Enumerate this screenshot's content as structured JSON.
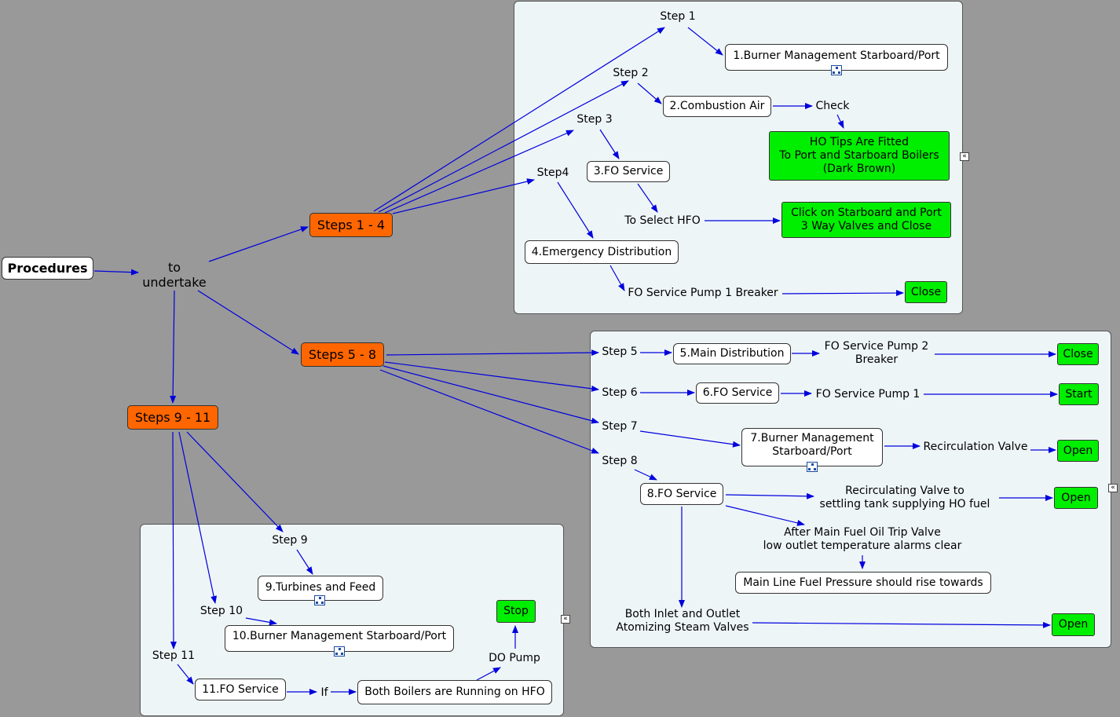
{
  "nodes": {
    "procedures": "Procedures",
    "to_undertake": "to\nundertake",
    "steps_1_4": "Steps 1 - 4",
    "steps_5_8": "Steps 5 - 8",
    "steps_9_11": "Steps 9 - 11",
    "step1": "Step 1",
    "burner1": "1.Burner Management Starboard/Port",
    "step2": "Step 2",
    "combustion_air": "2.Combustion Air",
    "check": "Check",
    "ho_tips": "HO Tips Are Fitted\nTo Port and Starboard Boilers\n(Dark Brown)",
    "step3": "Step 3",
    "fo_service3": "3.FO Service",
    "to_select_hfo": "To Select HFO",
    "click_starboard": "Click on Starboard and Port\n3 Way Valves and Close",
    "step4": "Step4",
    "emergency_dist": "4.Emergency Distribution",
    "fo_pump1_breaker": "FO Service Pump 1 Breaker",
    "close1": "Close",
    "step5": "Step 5",
    "main_dist": "5.Main Distribution",
    "fo_pump2_breaker": "FO Service Pump 2\nBreaker",
    "close2": "Close",
    "step6": "Step 6",
    "fo_service6": "6.FO Service",
    "fo_pump1": "FO Service Pump 1",
    "start": "Start",
    "step7": "Step 7",
    "burner7": "7.Burner Management\nStarboard/Port",
    "recirc_valve": "Recirculation Valve",
    "open1": "Open",
    "step8": "Step 8",
    "fo_service8": "8.FO Service",
    "recirc_valve_settling": "Recirculating Valve to\nsettling tank supplying HO fuel",
    "open2": "Open",
    "after_main_trip": "After Main Fuel Oil Trip Valve\nlow outlet temperature alarms clear",
    "main_line_pressure": "Main Line Fuel Pressure should rise towards",
    "atomizing": "Both Inlet and Outlet\nAtomizing Steam Valves",
    "open3": "Open",
    "step9": "Step 9",
    "turbines": "9.Turbines and Feed",
    "step10": "Step 10",
    "burner10": "10.Burner Management Starboard/Port",
    "stop": "Stop",
    "do_pump": "DO Pump",
    "step11": "Step 11",
    "fo_service11": "11.FO Service",
    "if": "If",
    "both_boilers": "Both Boilers are Running on HFO"
  },
  "collapse_glyph": "«",
  "colors": {
    "link": "#0000dd",
    "orange": "#ff6600",
    "green": "#00ee00",
    "panel": "#eef5f7",
    "background": "#999999"
  }
}
